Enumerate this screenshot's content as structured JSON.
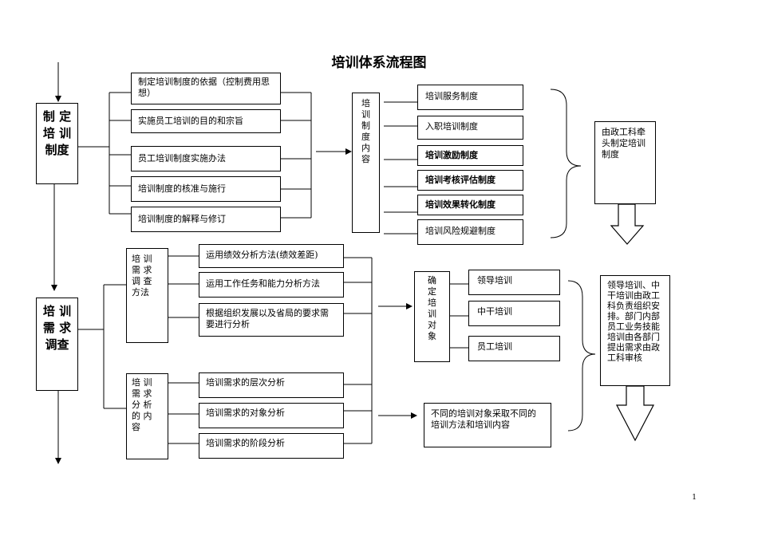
{
  "title": "培训体系流程图",
  "page_number": "1",
  "section1": {
    "label": "制 定 培 训 制度",
    "basis_items": [
      "制定培训制度的依据（控制费用思想）",
      "实施员工培训的目的和宗旨",
      "员工培训制度实施办法",
      "培训制度的核准与施行",
      "培训制度的解释与修订"
    ],
    "content_label": "培训制度内容",
    "content_items": [
      "培训服务制度",
      "入职培训制度",
      "培训激励制度",
      "培训考核评估制度",
      "培训效果转化制度",
      "培训风险规避制度"
    ],
    "responsible_note": "由政工科牵头制定培训制度"
  },
  "section2": {
    "label": "培 训 需 求 调查",
    "method_label": "培 训 需 求 调 查 方法",
    "methods": [
      "运用绩效分析方法(绩效差距)",
      "运用工作任务和能力分析方法",
      "根据组织发展以及省局的要求需要进行分析"
    ],
    "analysis_label": "培 训 需 求 分 析 的 内 容",
    "analysis_items": [
      "培训需求的层次分析",
      "培训需求的对象分析",
      "培训需求的阶段分析"
    ],
    "target_label": "确定培训对象",
    "targets": [
      "领导培训",
      "中干培训",
      "员工培训"
    ],
    "different_note": "不同的培训对象采取不同的培训方法和培训内容",
    "responsible_note": "领导培训、中干培训由政工科负责组织安排。部门内部员工业务技能培训由各部门提出需求由政工科审核"
  }
}
